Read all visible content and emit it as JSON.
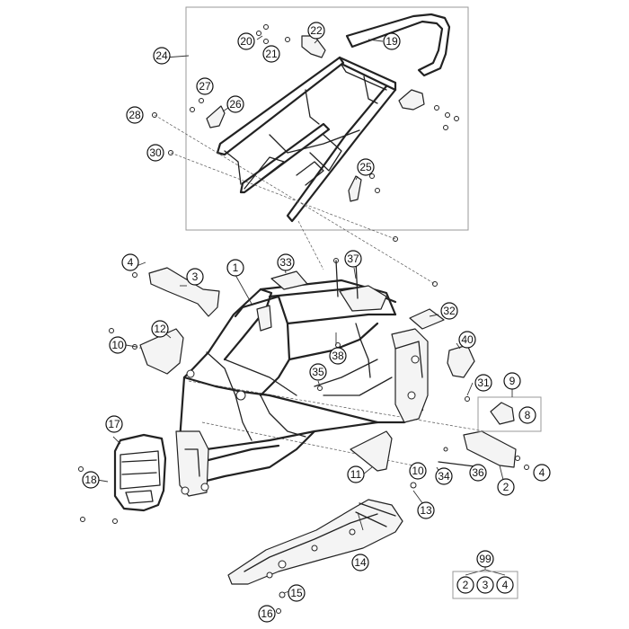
{
  "callouts": {
    "c1": "1",
    "c2": "2",
    "c3": "3",
    "c4a": "4",
    "c4b": "4",
    "c8": "8",
    "c9": "9",
    "c10a": "10",
    "c10b": "10",
    "c11": "11",
    "c12": "12",
    "c13": "13",
    "c14": "14",
    "c15": "15",
    "c16": "16",
    "c17": "17",
    "c18": "18",
    "c19": "19",
    "c20": "20",
    "c21": "21",
    "c22": "22",
    "c24": "24",
    "c25": "25",
    "c26": "26",
    "c27": "27",
    "c28": "28",
    "c30": "30",
    "c31": "31",
    "c32": "32",
    "c33": "33",
    "c34": "34",
    "c35": "35",
    "c36": "36",
    "c37": "37",
    "c38": "38",
    "c40": "40",
    "c99": "99",
    "k2": "2",
    "k3": "3",
    "k4": "4"
  }
}
